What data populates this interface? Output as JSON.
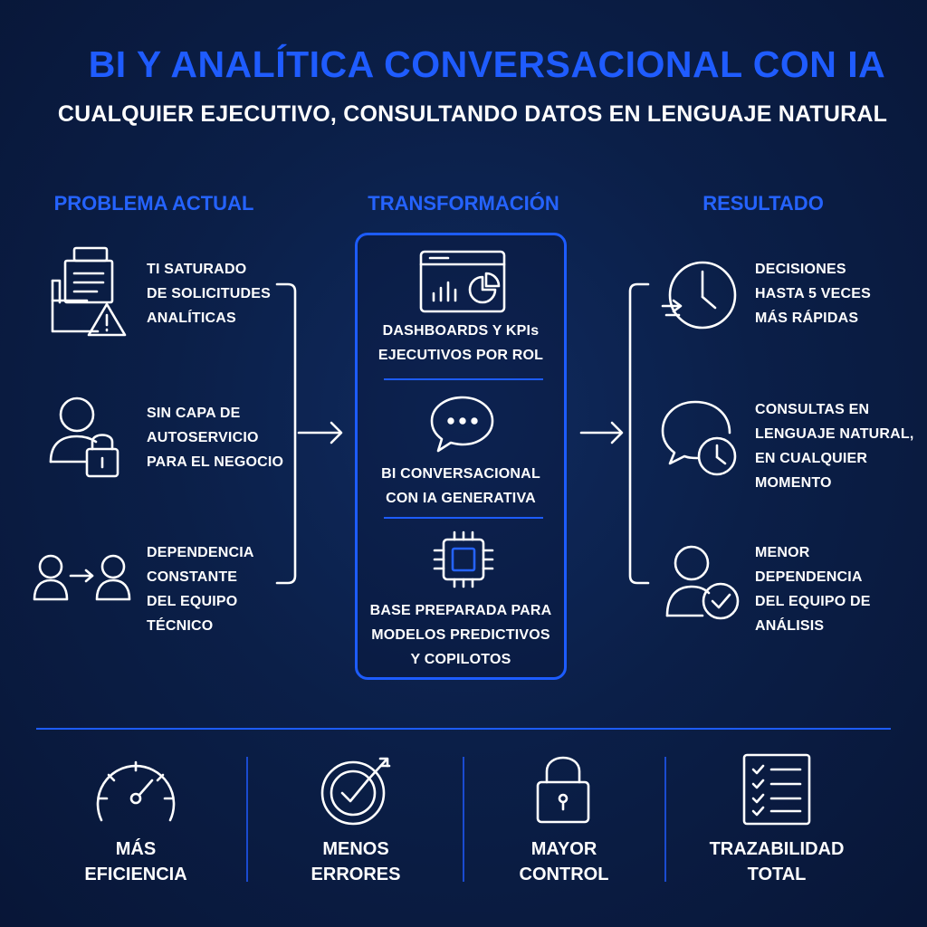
{
  "header": {
    "title": "BI Y ANALÍTICA CONVERSACIONAL CON IA",
    "subtitle": "CUALQUIER EJECUTIVO, CONSULTANDO DATOS EN LENGUAJE NATURAL"
  },
  "columns": {
    "problem": {
      "heading": "PROBLEMA ACTUAL",
      "items": [
        {
          "text": "TI SATURADO\nDE SOLICITUDES\nANALÍTICAS",
          "icon": "inbox-warning-icon"
        },
        {
          "text": "SIN CAPA DE\nAUTOSERVICIO\nPARA EL NEGOCIO",
          "icon": "user-lock-icon"
        },
        {
          "text": "DEPENDENCIA\nCONSTANTE\nDEL EQUIPO\nTÉCNICO",
          "icon": "user-dependency-icon"
        }
      ]
    },
    "transformation": {
      "heading": "TRANSFORMACIÓN",
      "items": [
        {
          "text": "DASHBOARDS Y KPIs\nEJECUTIVOS POR ROL",
          "icon": "dashboard-icon"
        },
        {
          "text": "BI CONVERSACIONAL\nCON IA GENERATIVA",
          "icon": "chat-bubble-icon"
        },
        {
          "text": "BASE PREPARADA PARA\nMODELOS PREDICTIVOS\nY COPILOTOS",
          "icon": "chip-icon"
        }
      ]
    },
    "result": {
      "heading": "RESULTADO",
      "items": [
        {
          "text": "DECISIONES\nHASTA 5 VECES\nMÁS RÁPIDAS",
          "icon": "fast-clock-icon"
        },
        {
          "text": "CONSULTAS EN\nLENGUAJE NATURAL,\nEN CUALQUIER\nMOMENTO",
          "icon": "chat-clock-icon"
        },
        {
          "text": "MENOR\nDEPENDENCIA\nDEL EQUIPO DE\nANÁLISIS",
          "icon": "user-check-icon"
        }
      ]
    }
  },
  "benefits": [
    {
      "label": "MÁS\nEFICIENCIA",
      "icon": "speedometer-icon"
    },
    {
      "label": "MENOS\nERRORES",
      "icon": "target-check-icon"
    },
    {
      "label": "MAYOR\nCONTROL",
      "icon": "padlock-icon"
    },
    {
      "label": "TRAZABILIDAD\nTOTAL",
      "icon": "checklist-icon"
    }
  ],
  "colors": {
    "background": "#0b1f48",
    "accent": "#1f5cff",
    "text": "#ffffff"
  }
}
